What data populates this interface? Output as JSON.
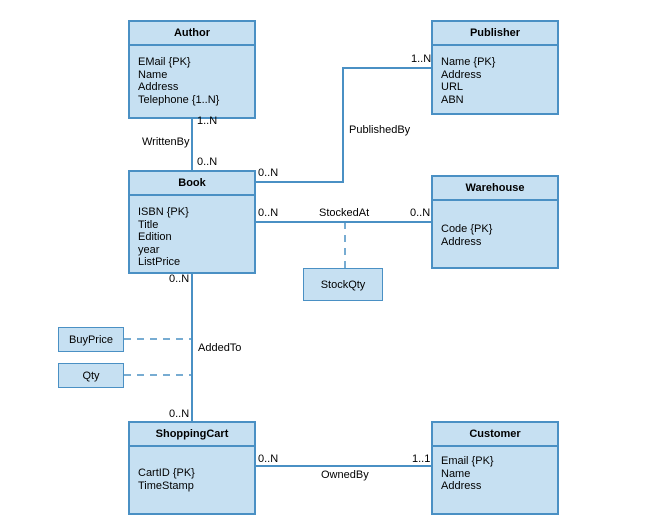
{
  "entities": {
    "author": {
      "name": "Author",
      "attributes": [
        "EMail {PK}",
        "Name",
        "Address",
        "Telephone {1..N}"
      ]
    },
    "publisher": {
      "name": "Publisher",
      "attributes": [
        "Name {PK}",
        "Address",
        "URL",
        "ABN"
      ]
    },
    "book": {
      "name": "Book",
      "attributes": [
        "ISBN {PK}",
        "Title",
        "Edition",
        "year",
        "ListPrice"
      ]
    },
    "warehouse": {
      "name": "Warehouse",
      "attributes": [
        "Code {PK}",
        "Address"
      ]
    },
    "shoppingcart": {
      "name": "ShoppingCart",
      "attributes": [
        "CartID {PK}",
        "TimeStamp"
      ]
    },
    "customer": {
      "name": "Customer",
      "attributes": [
        "Email {PK}",
        "Name",
        "Address"
      ]
    }
  },
  "association_classes": {
    "stockqty": "StockQty",
    "buyprice": "BuyPrice",
    "qty": "Qty"
  },
  "relationships": {
    "writtenby": {
      "name": "WrittenBy",
      "mult_author": "1..N",
      "mult_book": "0..N"
    },
    "publishedby": {
      "name": "PublishedBy",
      "mult_book": "0..N",
      "mult_publisher": "1..N"
    },
    "stockedat": {
      "name": "StockedAt",
      "mult_book": "0..N",
      "mult_warehouse": "0..N"
    },
    "addedto": {
      "name": "AddedTo",
      "mult_book": "0..N",
      "mult_cart": "0..N"
    },
    "ownedby": {
      "name": "OwnedBy",
      "mult_cart": "0..N",
      "mult_customer": "1..1"
    }
  },
  "colors": {
    "fill": "#c6e0f2",
    "stroke": "#4a90c4"
  }
}
